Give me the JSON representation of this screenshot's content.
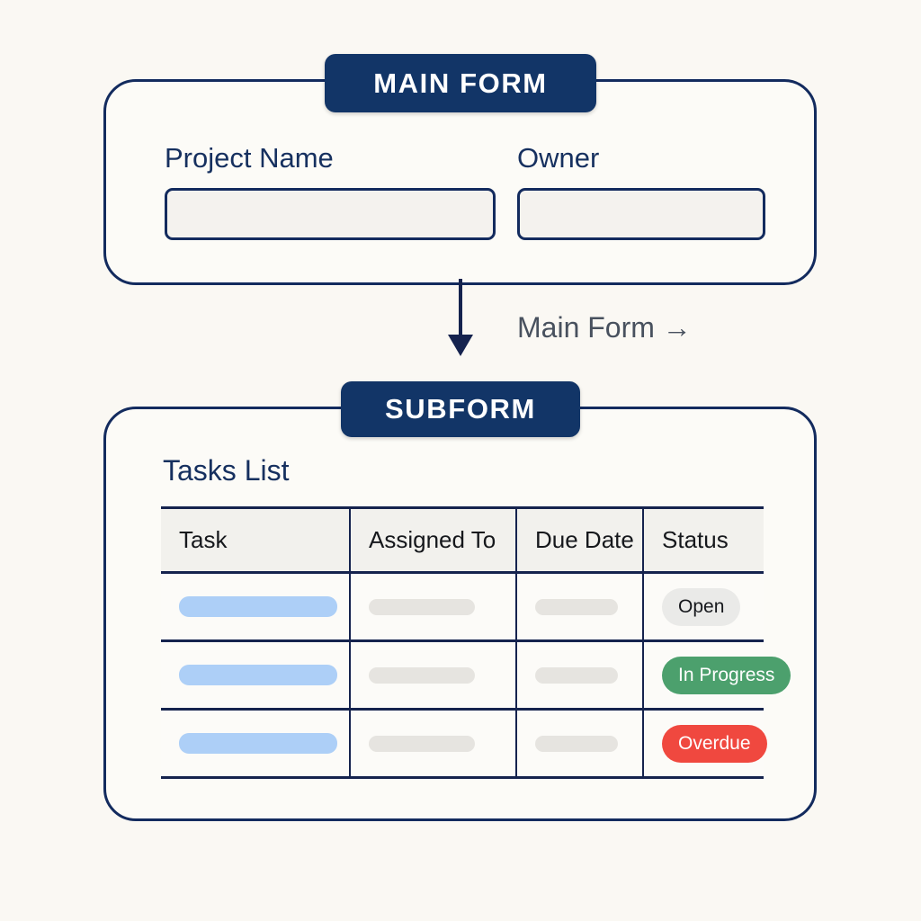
{
  "diagram": {
    "background_color": "#FAF8F3",
    "accent_navy": "#123567"
  },
  "main_form": {
    "badge_label": "MAIN FORM",
    "fields": [
      {
        "label": "Project Name",
        "value": "",
        "placeholder": ""
      },
      {
        "label": "Owner",
        "value": "",
        "placeholder": ""
      }
    ]
  },
  "connector": {
    "label": "Main Form →",
    "arrow_icon": "arrow-down-icon"
  },
  "subform": {
    "badge_label": "SUBFORM",
    "title": "Tasks List",
    "table": {
      "columns": [
        "Task",
        "Assigned To",
        "Due Date",
        "Status"
      ],
      "rows": [
        {
          "task": "",
          "assigned_to": "",
          "due_date": "",
          "status": "Open",
          "status_style": "open"
        },
        {
          "task": "",
          "assigned_to": "",
          "due_date": "",
          "status": "In Progress",
          "status_style": "inprogress"
        },
        {
          "task": "",
          "assigned_to": "",
          "due_date": "",
          "status": "Overdue",
          "status_style": "overdue"
        }
      ],
      "status_colors": {
        "open": "#EAEAE8",
        "inprogress": "#4CA06D",
        "overdue": "#F0483F"
      }
    }
  }
}
